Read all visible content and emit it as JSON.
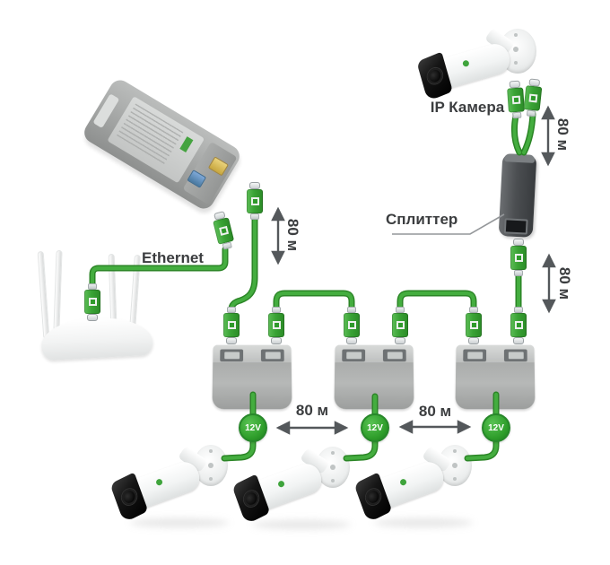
{
  "labels": {
    "ethernet": "Ethernet",
    "ip_camera": "IP Камера",
    "splitter": "Сплиттер",
    "distance": "80 м",
    "voltage": "12V"
  },
  "colors": {
    "cable_green": "#44ad3f",
    "cable_outline": "#2b8526",
    "badge_green": "#2f9e2b",
    "arrow_gray": "#54585b",
    "text_dark": "#3b3d3f",
    "device_gray": "#a3a5a4",
    "splitter_gray": "#4b4e51",
    "port_yellow": "#d8bb5c",
    "port_blue": "#6493bc"
  },
  "devices": {
    "injector": "poe-injector",
    "router": "wifi-router",
    "extenders": [
      "poe-extender-1",
      "poe-extender-2",
      "poe-extender-3"
    ],
    "splitter": "poe-splitter",
    "top_camera": "ip-camera",
    "bottom_cameras": [
      "ip-camera-1",
      "ip-camera-2",
      "ip-camera-3"
    ]
  },
  "annotations": [
    {
      "text": "80 м",
      "orientation": "vertical",
      "between": "poe-injector / poe-extender-1"
    },
    {
      "text": "80 м",
      "orientation": "horizontal",
      "between": "poe-extender-1 / poe-extender-2"
    },
    {
      "text": "80 м",
      "orientation": "horizontal",
      "between": "poe-extender-2 / poe-extender-3"
    },
    {
      "text": "80 м",
      "orientation": "vertical",
      "between": "poe-extender-3 / poe-splitter"
    },
    {
      "text": "80 м",
      "orientation": "vertical",
      "between": "poe-splitter / ip-camera"
    }
  ],
  "connections": [
    "wifi-router → Ethernet → poe-injector",
    "poe-injector → 80 м → poe-extender-1",
    "poe-extender-1 → 80 м → poe-extender-2",
    "poe-extender-2 → 80 м → poe-extender-3",
    "poe-extender-3 → 80 м → poe-splitter",
    "poe-splitter → 80 м → ip-camera",
    "poe-extender-1 → 12V → ip-camera-1",
    "poe-extender-2 → 12V → ip-camera-2",
    "poe-extender-3 → 12V → ip-camera-3"
  ]
}
